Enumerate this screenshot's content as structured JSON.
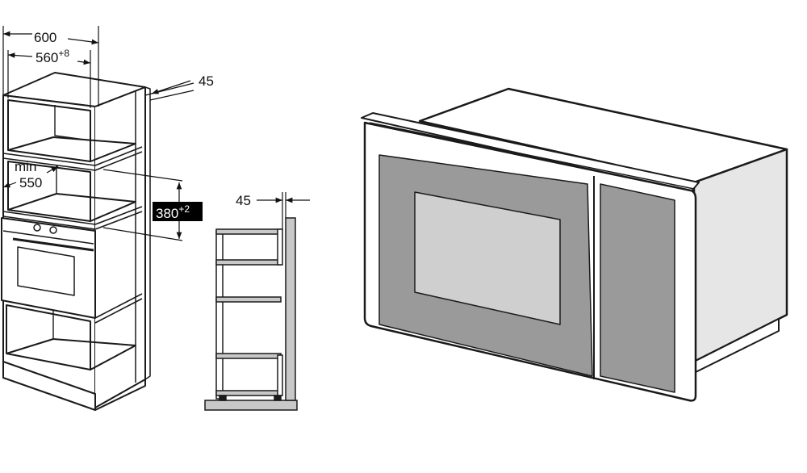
{
  "dimensions": {
    "width_outer": "600",
    "width_inner": "560",
    "width_inner_tol": "+8",
    "side_depth": "45",
    "min_label": "min",
    "min_depth": "550",
    "niche_height": "380",
    "niche_height_tol": "+2",
    "section_depth": "45"
  },
  "colors": {
    "line": "#1a1a1a",
    "glass": "#9a9a9a",
    "window": "#cfcfcf",
    "side_panel": "#e6e6e6",
    "wall": "#c8c8c8",
    "label_box": "#000000"
  }
}
